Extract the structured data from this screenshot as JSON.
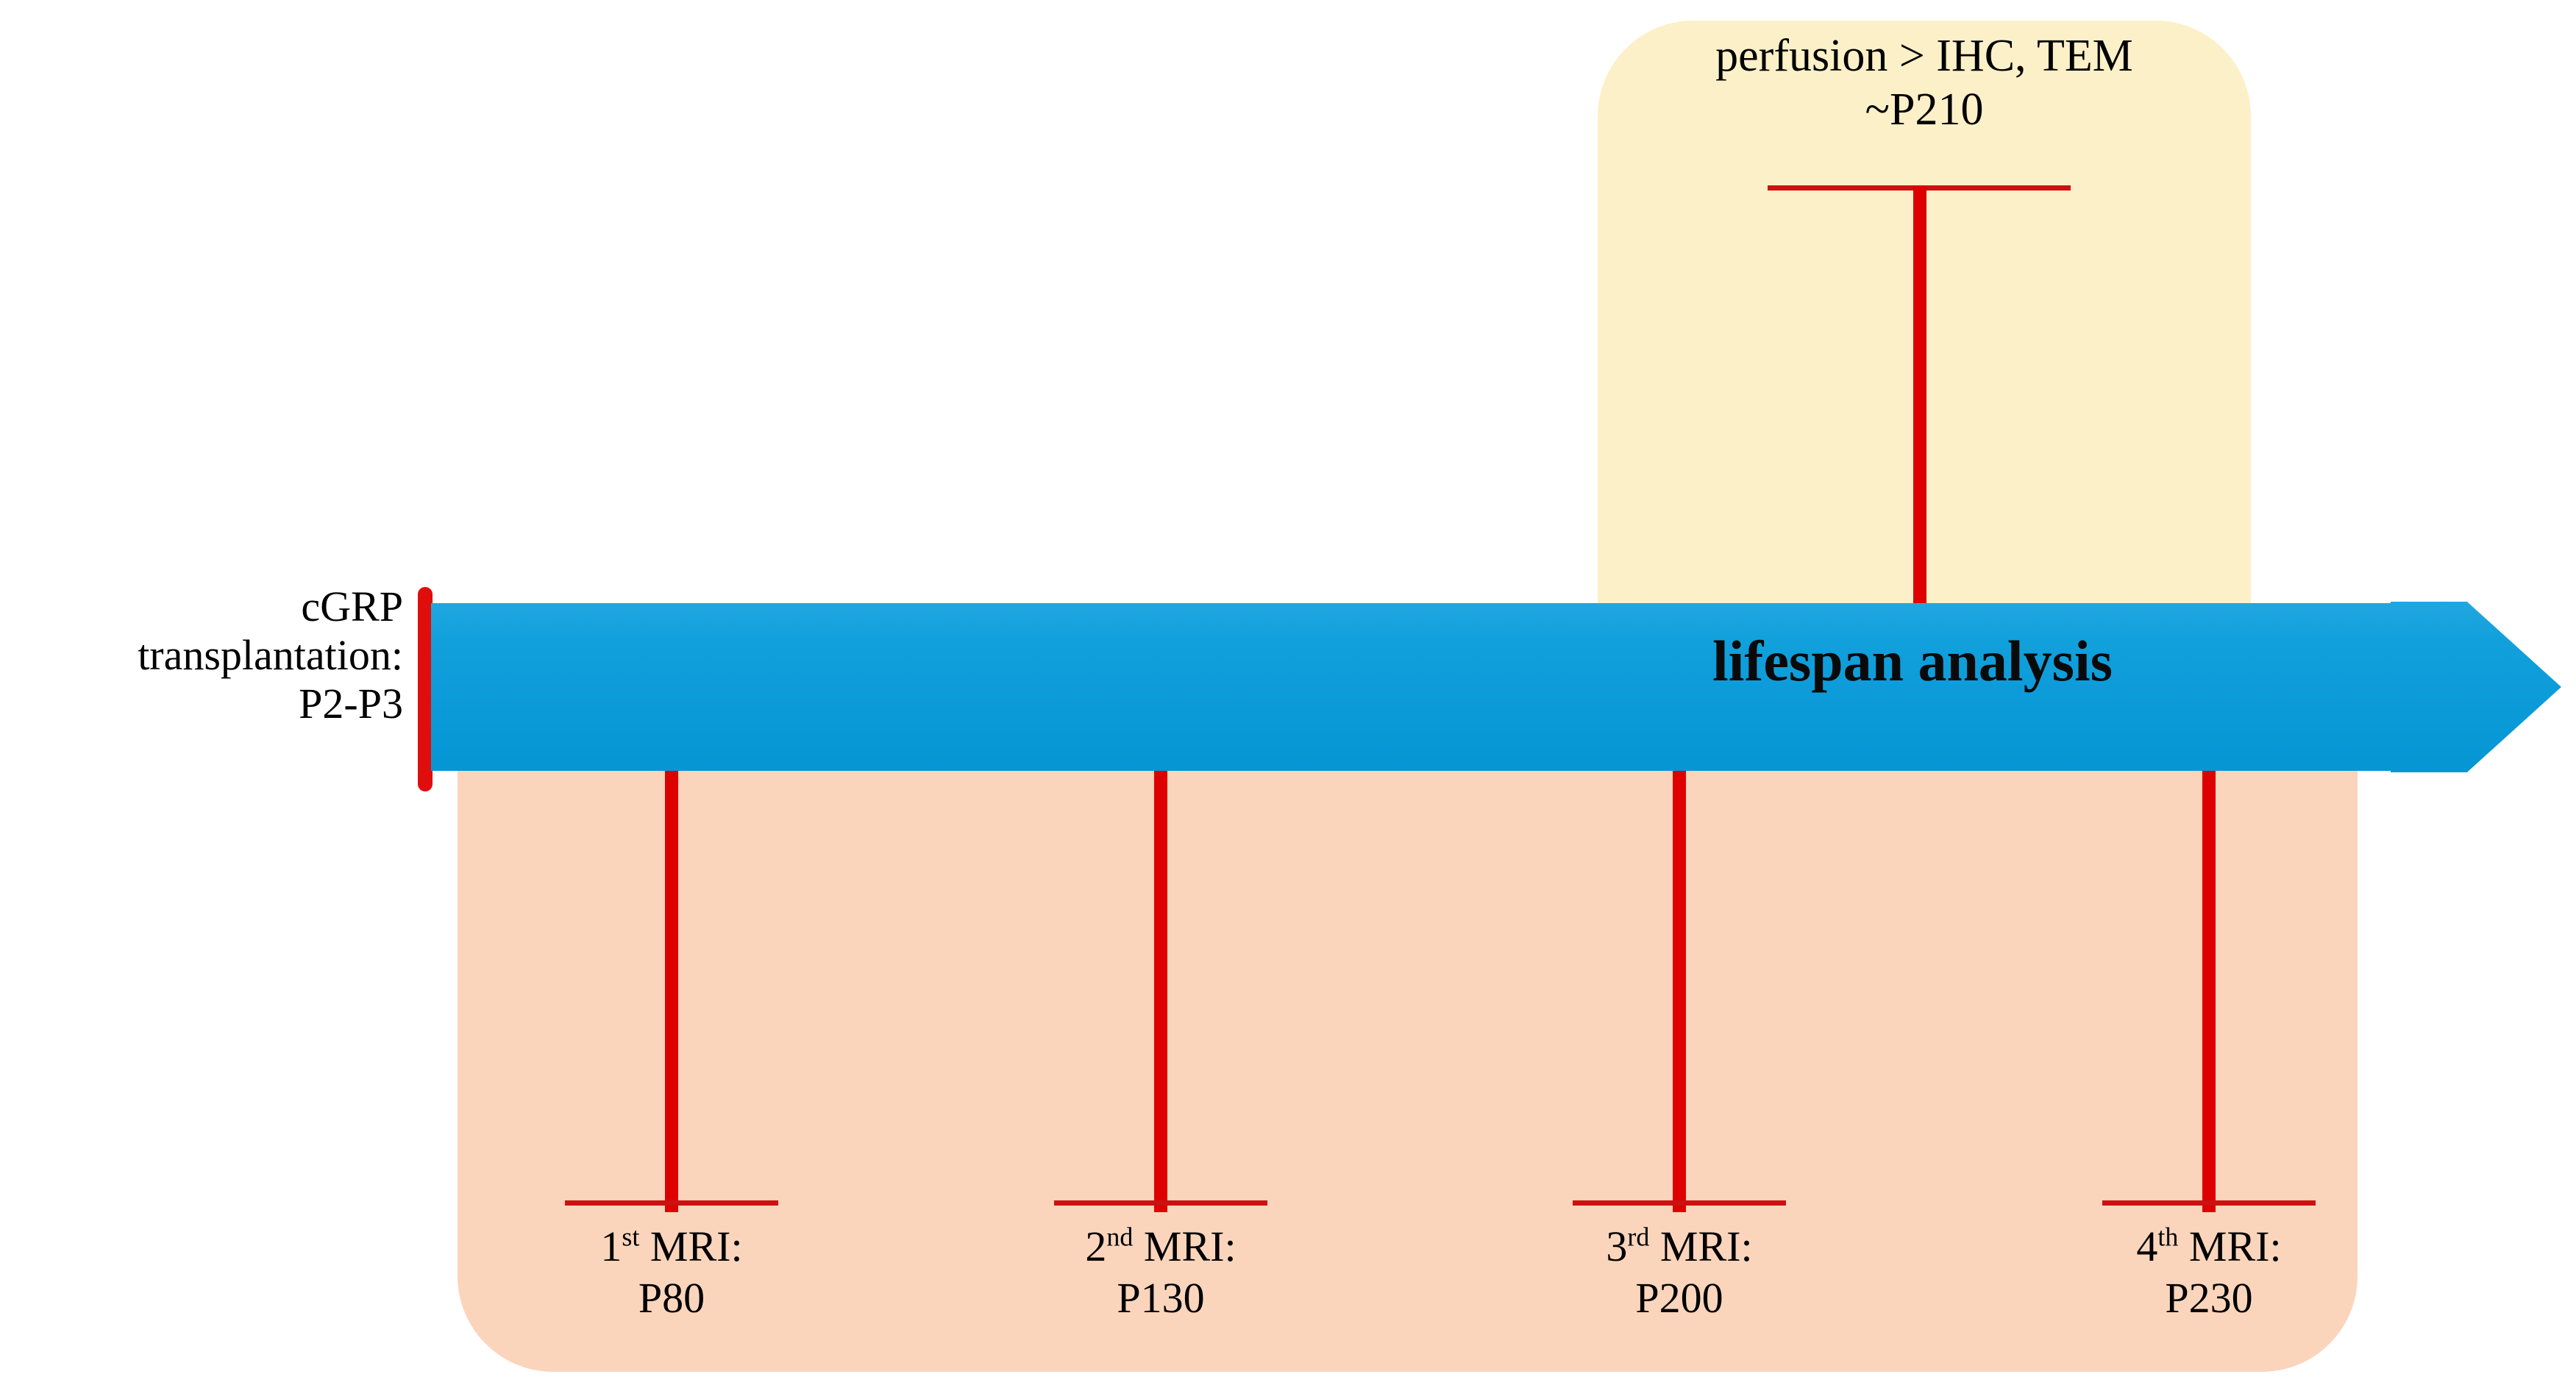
{
  "diagram": {
    "title_text": "lifespan analysis",
    "start_label": {
      "line1": "cGRP",
      "line2": "transplantation:",
      "line3": "P2-P3"
    },
    "top_event": {
      "line1": "perfusion > IHC, TEM",
      "line2": "~P210",
      "timepoint": "P210"
    },
    "mri_events": [
      {
        "ordinal": "1",
        "suffix": "st",
        "name": " MRI:",
        "day": "P80",
        "timepoint": "P80"
      },
      {
        "ordinal": "2",
        "suffix": "nd",
        "name": " MRI:",
        "day": "P130",
        "timepoint": "P130"
      },
      {
        "ordinal": "3",
        "suffix": "rd",
        "name": " MRI:",
        "day": "P200",
        "timepoint": "P200"
      },
      {
        "ordinal": "4",
        "suffix": "th",
        "name": " MRI:",
        "day": "P230",
        "timepoint": "P230"
      }
    ],
    "colors": {
      "arrow_blue_light": "#35AEE3",
      "arrow_blue_dark": "#0090D0",
      "marker_red": "#DE0000",
      "rule_red": "#CC1111",
      "panel_yellow": "#FCF0C8",
      "panel_peach": "#FAD5BC",
      "text_black": "#000000"
    }
  }
}
